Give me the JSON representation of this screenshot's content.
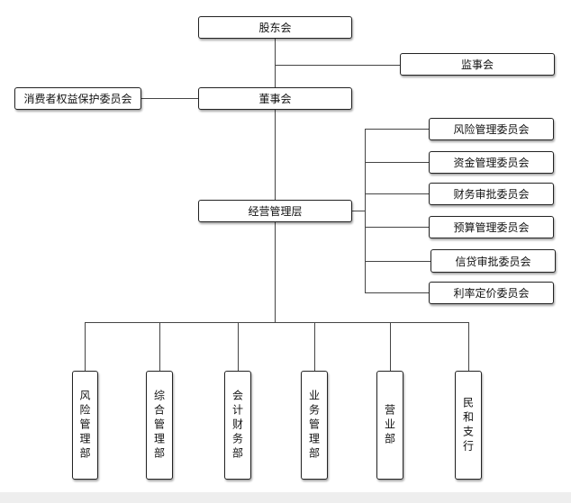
{
  "nodes": {
    "shareholders": "股东会",
    "supervisors": "监事会",
    "consumer_committee": "消费者权益保护委员会",
    "board": "董事会",
    "management": "经营管理层",
    "committees": [
      "风险管理委员会",
      "资金管理委员会",
      "财务审批委员会",
      "预算管理委员会",
      "信贷审批委员会",
      "利率定价委员会"
    ],
    "departments": [
      "风险管理部",
      "综合管理部",
      "会计财务部",
      "业务管理部",
      "营业部",
      "民和支行"
    ]
  }
}
